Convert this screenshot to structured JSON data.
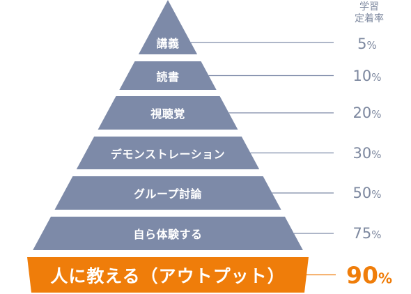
{
  "header": {
    "line1": "学習",
    "line2": "定着率"
  },
  "colors": {
    "tier": "#7d8aa8",
    "highlight": "#ef7d0a",
    "connector": "#7d8aa8",
    "rate_text": "#7d889f",
    "label_text": "#ffffff"
  },
  "levels": [
    {
      "label": "講義",
      "rate": "5",
      "unit": "%",
      "highlight": false
    },
    {
      "label": "読書",
      "rate": "10",
      "unit": "%",
      "highlight": false
    },
    {
      "label": "視聴覚",
      "rate": "20",
      "unit": "%",
      "highlight": false
    },
    {
      "label": "デモンストレーション",
      "rate": "30",
      "unit": "%",
      "highlight": false
    },
    {
      "label": "グループ討論",
      "rate": "50",
      "unit": "%",
      "highlight": false
    },
    {
      "label": "自ら体験する",
      "rate": "75",
      "unit": "%",
      "highlight": false
    },
    {
      "label": "人に教える（アウトプット）",
      "rate": "90",
      "unit": "%",
      "highlight": true
    }
  ]
}
